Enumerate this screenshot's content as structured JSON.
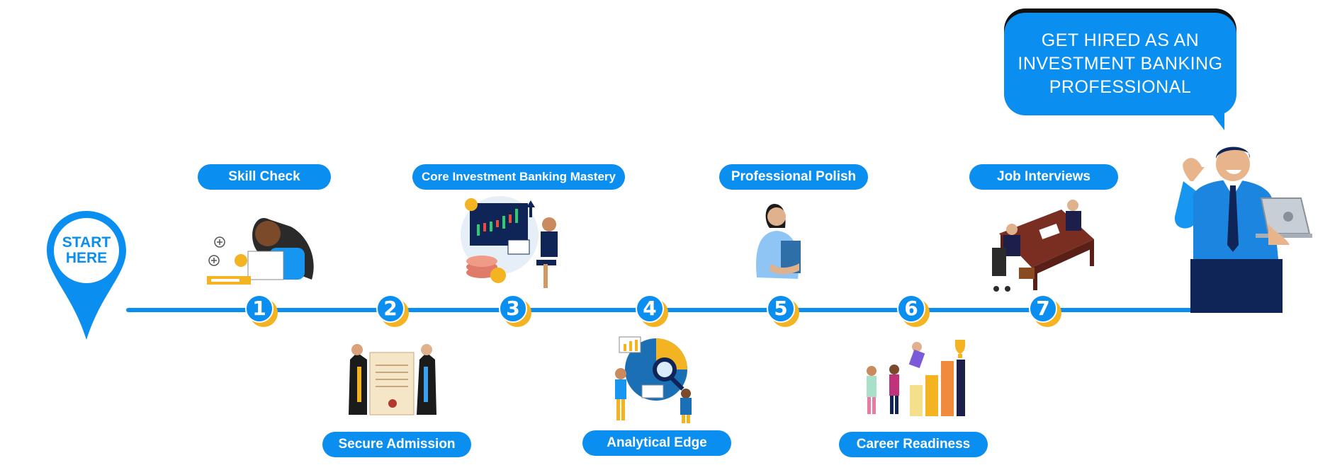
{
  "start_marker": {
    "line1": "START",
    "line2": "HERE"
  },
  "goal": {
    "line1": "GET HIRED AS AN",
    "line2": "INVESTMENT BANKING",
    "line3": "PROFESSIONAL"
  },
  "steps": [
    {
      "number": "1",
      "label": "Skill Check"
    },
    {
      "number": "2",
      "label": "Secure Admission"
    },
    {
      "number": "3",
      "label": "Core Investment Banking Mastery"
    },
    {
      "number": "4",
      "label": "Analytical Edge"
    },
    {
      "number": "5",
      "label": "Professional Polish"
    },
    {
      "number": "6",
      "label": "Career Readiness"
    },
    {
      "number": "7",
      "label": "Job Interviews"
    }
  ],
  "colors": {
    "primary": "#0a8ef0",
    "accent": "#f4b321",
    "dark": "#0f2557"
  }
}
